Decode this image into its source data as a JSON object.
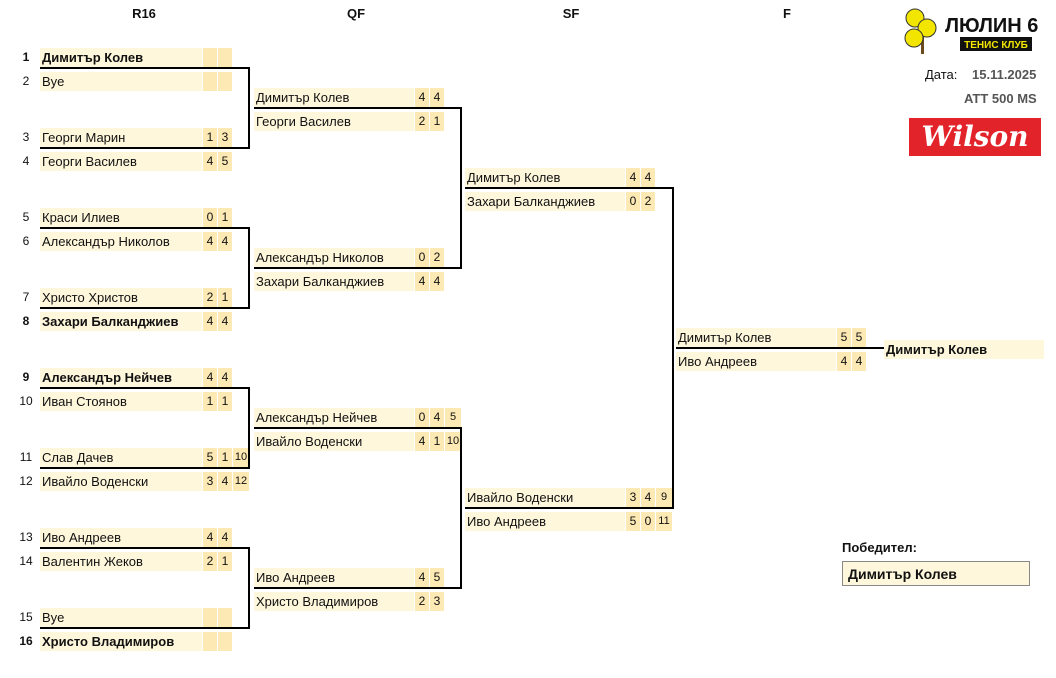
{
  "rounds": [
    "R16",
    "QF",
    "SF",
    "F"
  ],
  "club": {
    "name": "ЛЮЛИН 6",
    "subtitle": "ТЕНИС КЛУБ"
  },
  "date_label": "Дата:",
  "date": "15.11.2025",
  "tournament": "ATT 500 MS",
  "sponsor": "Wilson",
  "r16": [
    {
      "seed": "1",
      "name": "Димитър Колев",
      "scores": [
        "",
        ""
      ],
      "bold": true
    },
    {
      "seed": "2",
      "name": "Bye",
      "scores": [
        "",
        ""
      ],
      "bold": false
    },
    {
      "seed": "3",
      "name": "Георги Марин",
      "scores": [
        "1",
        "3"
      ],
      "bold": false
    },
    {
      "seed": "4",
      "name": "Георги Василев",
      "scores": [
        "4",
        "5"
      ],
      "bold": false
    },
    {
      "seed": "5",
      "name": "Краси Илиев",
      "scores": [
        "0",
        "1"
      ],
      "bold": false
    },
    {
      "seed": "6",
      "name": "Александър Николов",
      "scores": [
        "4",
        "4"
      ],
      "bold": false
    },
    {
      "seed": "7",
      "name": "Христо Христов",
      "scores": [
        "2",
        "1"
      ],
      "bold": false
    },
    {
      "seed": "8",
      "name": "Захари Балканджиев",
      "scores": [
        "4",
        "4"
      ],
      "bold": true
    },
    {
      "seed": "9",
      "name": "Александър Нейчев",
      "scores": [
        "4",
        "4"
      ],
      "bold": true
    },
    {
      "seed": "10",
      "name": "Иван Стоянов",
      "scores": [
        "1",
        "1"
      ],
      "bold": false
    },
    {
      "seed": "11",
      "name": "Слав Дачев",
      "scores": [
        "5",
        "1",
        "10"
      ],
      "bold": false
    },
    {
      "seed": "12",
      "name": "Ивайло Воденски",
      "scores": [
        "3",
        "4",
        "12"
      ],
      "bold": false
    },
    {
      "seed": "13",
      "name": "Иво Андреев",
      "scores": [
        "4",
        "4"
      ],
      "bold": false
    },
    {
      "seed": "14",
      "name": "Валентин Жеков",
      "scores": [
        "2",
        "1"
      ],
      "bold": false
    },
    {
      "seed": "15",
      "name": "Bye",
      "scores": [
        "",
        ""
      ],
      "bold": false
    },
    {
      "seed": "16",
      "name": "Христо Владимиров",
      "scores": [
        "",
        ""
      ],
      "bold": true
    }
  ],
  "qf": [
    {
      "name": "Димитър Колев",
      "scores": [
        "4",
        "4"
      ]
    },
    {
      "name": "Георги Василев",
      "scores": [
        "2",
        "1"
      ]
    },
    {
      "name": "Александър Николов",
      "scores": [
        "0",
        "2"
      ]
    },
    {
      "name": "Захари Балканджиев",
      "scores": [
        "4",
        "4"
      ]
    },
    {
      "name": "Александър Нейчев",
      "scores": [
        "0",
        "4",
        "5"
      ]
    },
    {
      "name": "Ивайло Воденски",
      "scores": [
        "4",
        "1",
        "10"
      ]
    },
    {
      "name": "Иво Андреев",
      "scores": [
        "4",
        "5"
      ]
    },
    {
      "name": "Христо Владимиров",
      "scores": [
        "2",
        "3"
      ]
    }
  ],
  "sf": [
    {
      "name": "Димитър Колев",
      "scores": [
        "4",
        "4"
      ]
    },
    {
      "name": "Захари Балканджиев",
      "scores": [
        "0",
        "2"
      ]
    },
    {
      "name": "Ивайло Воденски",
      "scores": [
        "3",
        "4",
        "9"
      ]
    },
    {
      "name": "Иво Андреев",
      "scores": [
        "5",
        "0",
        "11"
      ]
    }
  ],
  "final": [
    {
      "name": "Димитър Колев",
      "scores": [
        "5",
        "5"
      ]
    },
    {
      "name": "Иво Андреев",
      "scores": [
        "4",
        "4"
      ]
    }
  ],
  "champion_line": "Димитър Колев",
  "winner_label": "Победител:",
  "winner": "Димитър Колев"
}
